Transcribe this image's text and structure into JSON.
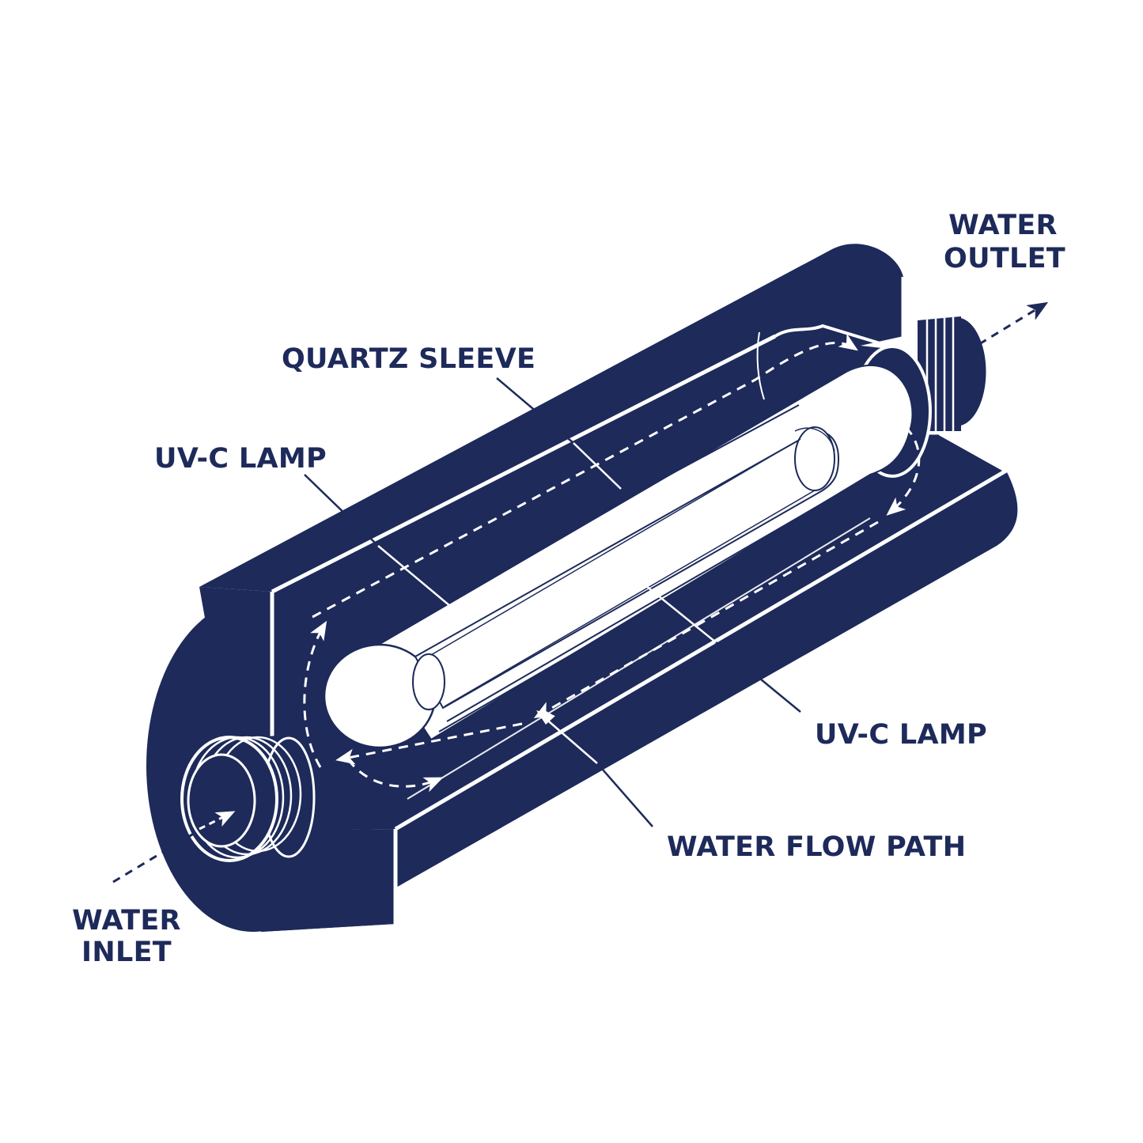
{
  "colors": {
    "navy": "#1d2a5a",
    "white": "#ffffff"
  },
  "labels": {
    "water_outlet": [
      "WATER",
      "OUTLET"
    ],
    "quartz_sleeve": "QUARTZ SLEEVE",
    "uv_c_lamp_top": "UV-C LAMP",
    "uv_c_lamp_right": "UV-C LAMP",
    "water_flow_path": "WATER FLOW PATH",
    "water_inlet": [
      "WATER",
      "INLET"
    ]
  }
}
